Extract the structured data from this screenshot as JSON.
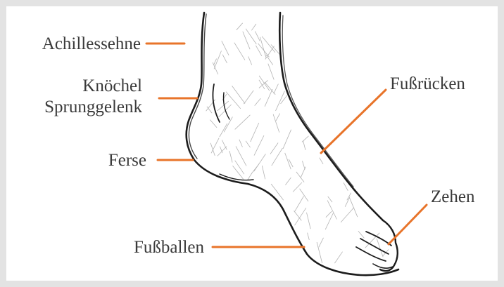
{
  "labels": {
    "achillessehne": "Achillessehne",
    "knoechel": "Knöchel",
    "sprunggelenk": "Sprunggelenk",
    "ferse": "Ferse",
    "fussballen": "Fußballen",
    "fussruecken": "Fußrücken",
    "zehen": "Zehen"
  },
  "colors": {
    "leader_line": "#e8742a",
    "label_text": "#3a3a3a",
    "sketch_stroke": "#1c1c1c",
    "hatch_stroke": "#9a9a9a",
    "background": "#ffffff",
    "border": "#e3e3e3"
  }
}
